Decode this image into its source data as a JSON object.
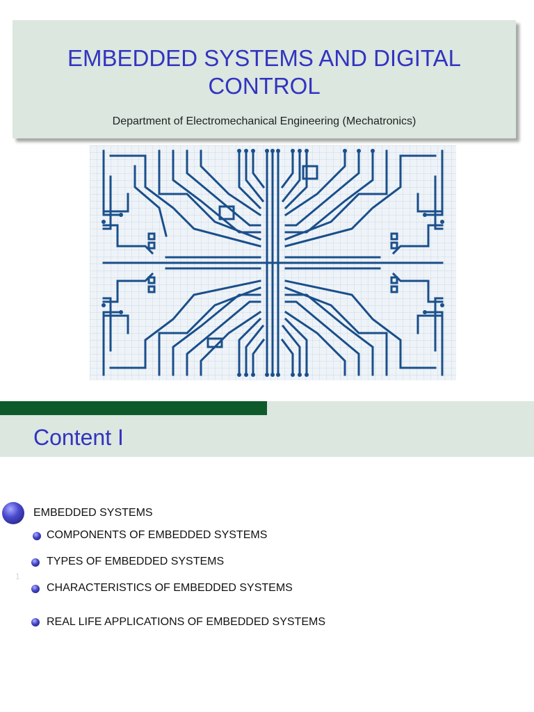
{
  "title_slide": {
    "title": "EMBEDDED SYSTEMS AND DIGITAL CONTROL",
    "subtitle": "Department of Electromechanical Engineering (Mechatronics)",
    "image_icon": "circuit-board-image"
  },
  "content_slide": {
    "heading": "Content I",
    "section": "EMBEDDED SYSTEMS",
    "items": [
      "COMPONENTS OF EMBEDDED SYSTEMS",
      "TYPES OF EMBEDDED SYSTEMS",
      "CHARACTERISTICS OF EMBEDDED SYSTEMS",
      "REAL LIFE APPLICATIONS OF EMBEDDED SYSTEMS"
    ],
    "stray_mark": "1"
  },
  "colors": {
    "title_text": "#3333c0",
    "panel_bg": "#dbe7df",
    "bar_dark": "#0e5a2a",
    "trace": "#1a4f8a"
  }
}
